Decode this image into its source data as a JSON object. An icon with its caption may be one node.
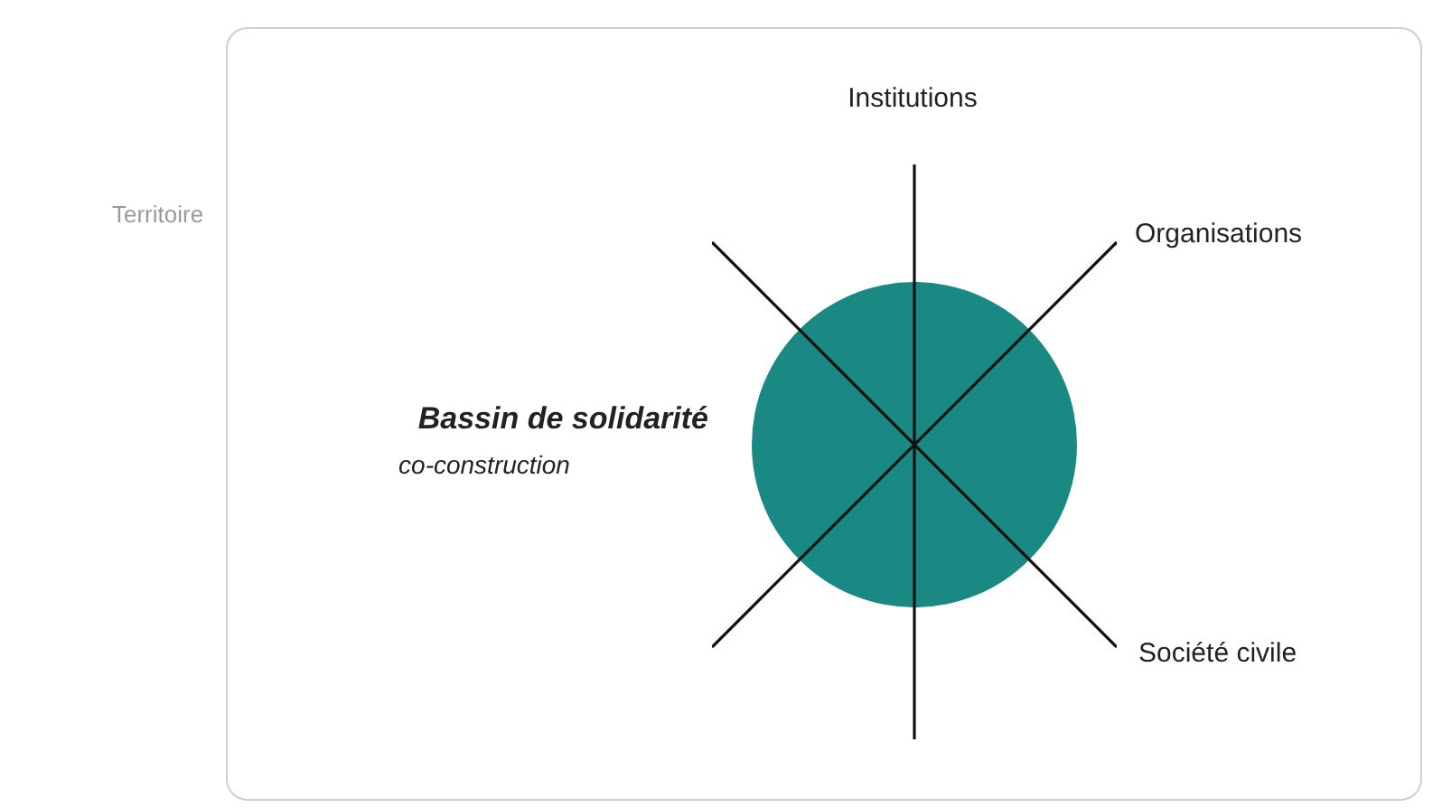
{
  "diagram": {
    "nodes": [
      {
        "text": [],
        "shape": "box",
        "beside": [
          "Territoire"
        ]
      },
      {
        "text": [],
        "shape": "circle",
        "in": 0
      }
    ],
    "labels": [
      "Institutions",
      "Organisations",
      "Bassin de solidarité",
      "co-construction",
      "Société civile"
    ]
  }
}
